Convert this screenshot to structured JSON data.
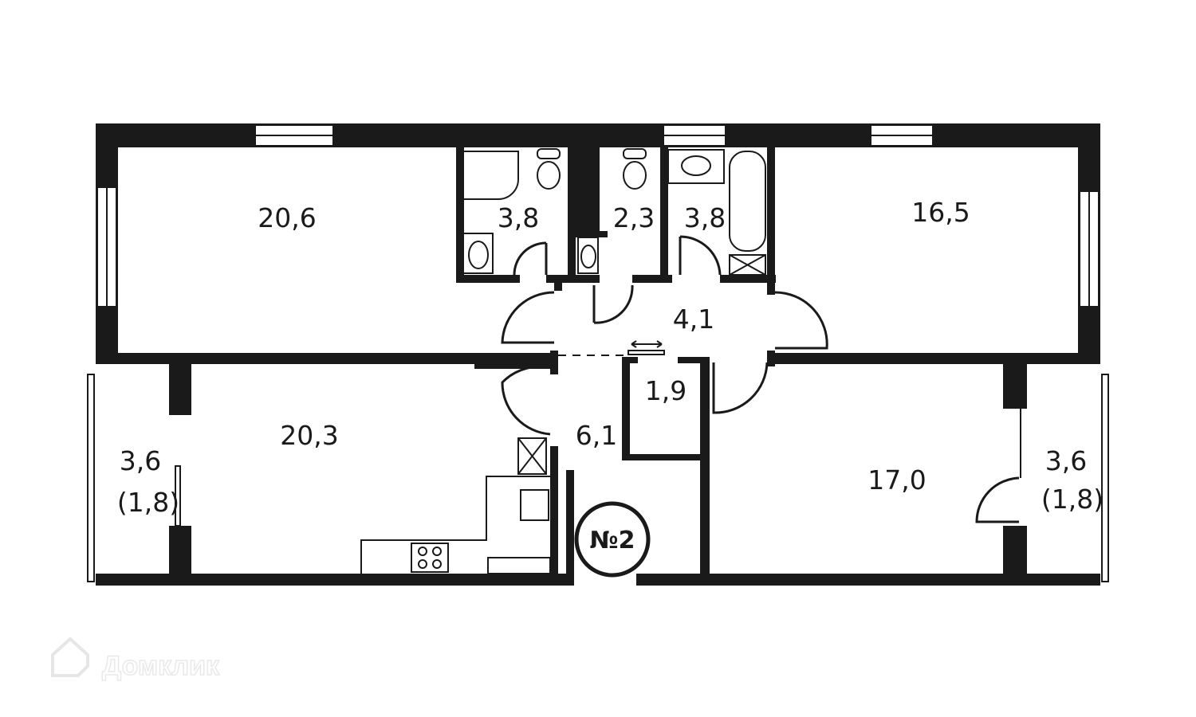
{
  "plan": {
    "apartment_number": "№2",
    "rooms": {
      "living_room_top_left": "20,6",
      "bathroom_left": "3,8",
      "toilet": "2,3",
      "bathroom_right": "3,8",
      "bedroom_top_right": "16,5",
      "hall": "4,1",
      "closet": "1,9",
      "kitchen_living": "20,3",
      "corridor": "6,1",
      "bedroom_bottom_right": "17,0",
      "balcony_left_area": "3,6",
      "balcony_left_reduced": "(1,8)",
      "balcony_right_area": "3,6",
      "balcony_right_reduced": "(1,8)"
    }
  },
  "watermark": {
    "text": "Домклик"
  }
}
